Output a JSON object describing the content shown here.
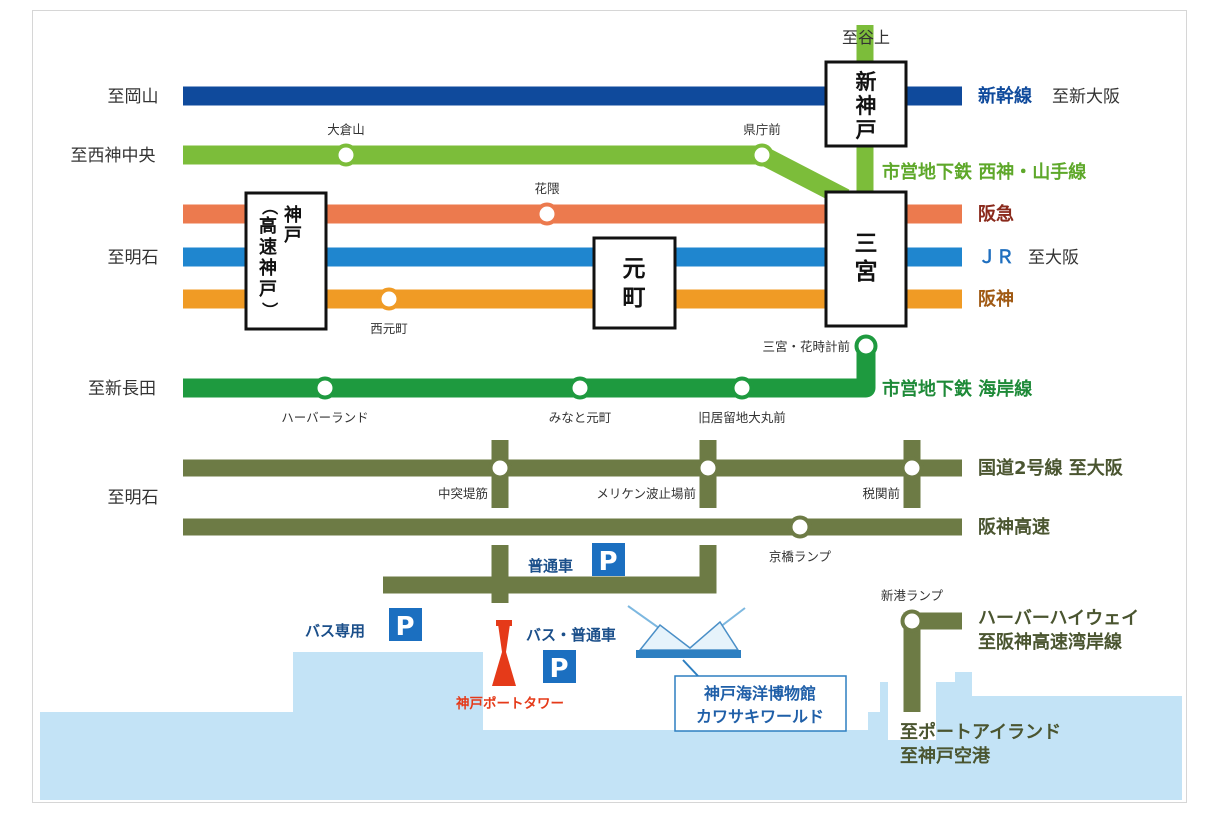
{
  "colors": {
    "shinkansen": "#0f4a9c",
    "seishin": "#7cbd3a",
    "hankyu": "#ec7a4e",
    "jr": "#1f86cf",
    "hanshin": "#f09b25",
    "kaigan": "#1e9a3f",
    "road": "#6d7b45",
    "sea": "#c3e3f6",
    "parking": "#1b6fc0",
    "tower": "#e53a19",
    "museum_text": "#1f5fa8"
  },
  "left_labels": {
    "okayama": "至岡山",
    "seishin_chuo": "至西神中央",
    "akashi_rail": "至明石",
    "shin_nagata": "至新長田",
    "akashi_road": "至明石"
  },
  "right_labels": {
    "shinkansen": "新幹線",
    "shin_osaka": "至新大阪",
    "tanigami": "至谷上",
    "subway_seishin": "市営地下鉄 西神・山手線",
    "hankyu": "阪急",
    "jr": "ＪＲ",
    "jr_osaka": "至大阪",
    "hanshin": "阪神",
    "subway_kaigan": "市営地下鉄 海岸線",
    "route2": "国道2号線 至大阪",
    "hanshin_expressway": "阪神高速",
    "harbor_highway": "ハーバーハイウェイ",
    "wangan": "至阪神高速湾岸線",
    "port_island": "至ポートアイランド",
    "kobe_airport": "至神戸空港"
  },
  "station_boxes": {
    "shinkobe": [
      "新",
      "神",
      "戸"
    ],
    "sannomiya": [
      "三",
      "宮"
    ],
    "motomachi": [
      "元",
      "町"
    ],
    "kobe": [
      "神",
      "戸",
      "（",
      "高",
      "速",
      "神",
      "戸",
      "）"
    ]
  },
  "stations": {
    "okurayama": "大倉山",
    "kenchomae": "県庁前",
    "hanakuma": "花隈",
    "nishimotomachi": "西元町",
    "sannomiya_hanadokei": "三宮・花時計前",
    "harborland": "ハーバーランド",
    "minatomotomachi": "みなと元町",
    "kyukyoryuchi": "旧居留地大丸前"
  },
  "road_points": {
    "chutotsu": "中突堤筋",
    "meriken": "メリケン波止場前",
    "zeikanmae": "税関前",
    "kyobashi": "京橋ランプ",
    "shinko": "新港ランプ"
  },
  "parking": {
    "icon": "P",
    "ordinary": "普通車",
    "bus_only": "バス専用",
    "bus_ordinary": "バス・普通車"
  },
  "landmarks": {
    "port_tower": "神戸ポートタワー",
    "museum_line1": "神戸海洋博物館",
    "museum_line2": "カワサキワールド"
  }
}
